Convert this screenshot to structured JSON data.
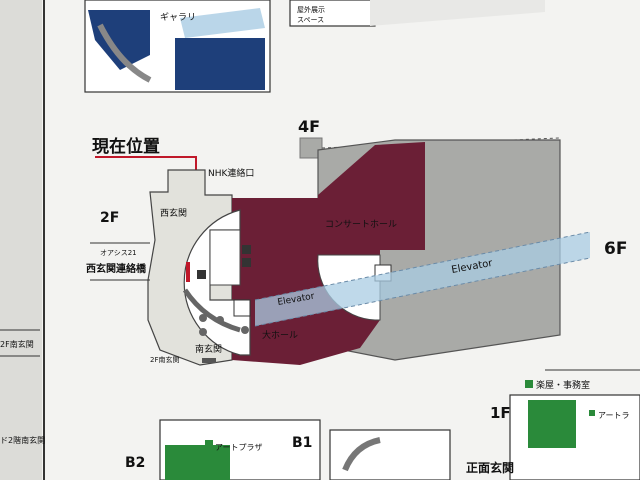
{
  "header": {
    "you_are_here": "現在位置"
  },
  "top_inset": {
    "gallery": "ギャラリ",
    "outdoor_exhibition": "屋外展示\nスペース"
  },
  "floors": {
    "f4": "4F",
    "f2": "2F",
    "f6": "6F",
    "f1": "1F",
    "b1": "B1",
    "b2": "B2"
  },
  "rooms": {
    "nhk_link": "NHK連絡口",
    "west_entrance": "西玄関",
    "oasis21": "オアシス21",
    "west_bridge": "西玄関連絡橋",
    "concert_hall": "コンサートホール",
    "main_hall": "大ホール",
    "south_entrance": "南玄関",
    "south_entrance_2f": "2F南玄関",
    "elevator_label": "Elevator"
  },
  "left_edge": {
    "a": "2F南玄関",
    "b": "ド2階南玄関"
  },
  "lower": {
    "art_plaza": "アートプラザ",
    "green_room": "楽屋・事務室",
    "art_label": "アートラ",
    "main_entrance": "正面玄関"
  },
  "colors": {
    "hall": "#6b1f36",
    "grey": "#a9aaa7",
    "navy": "#1e3f7a",
    "green": "#2a8a3a",
    "elevator": "#a9cce3",
    "red": "#c0182a"
  }
}
